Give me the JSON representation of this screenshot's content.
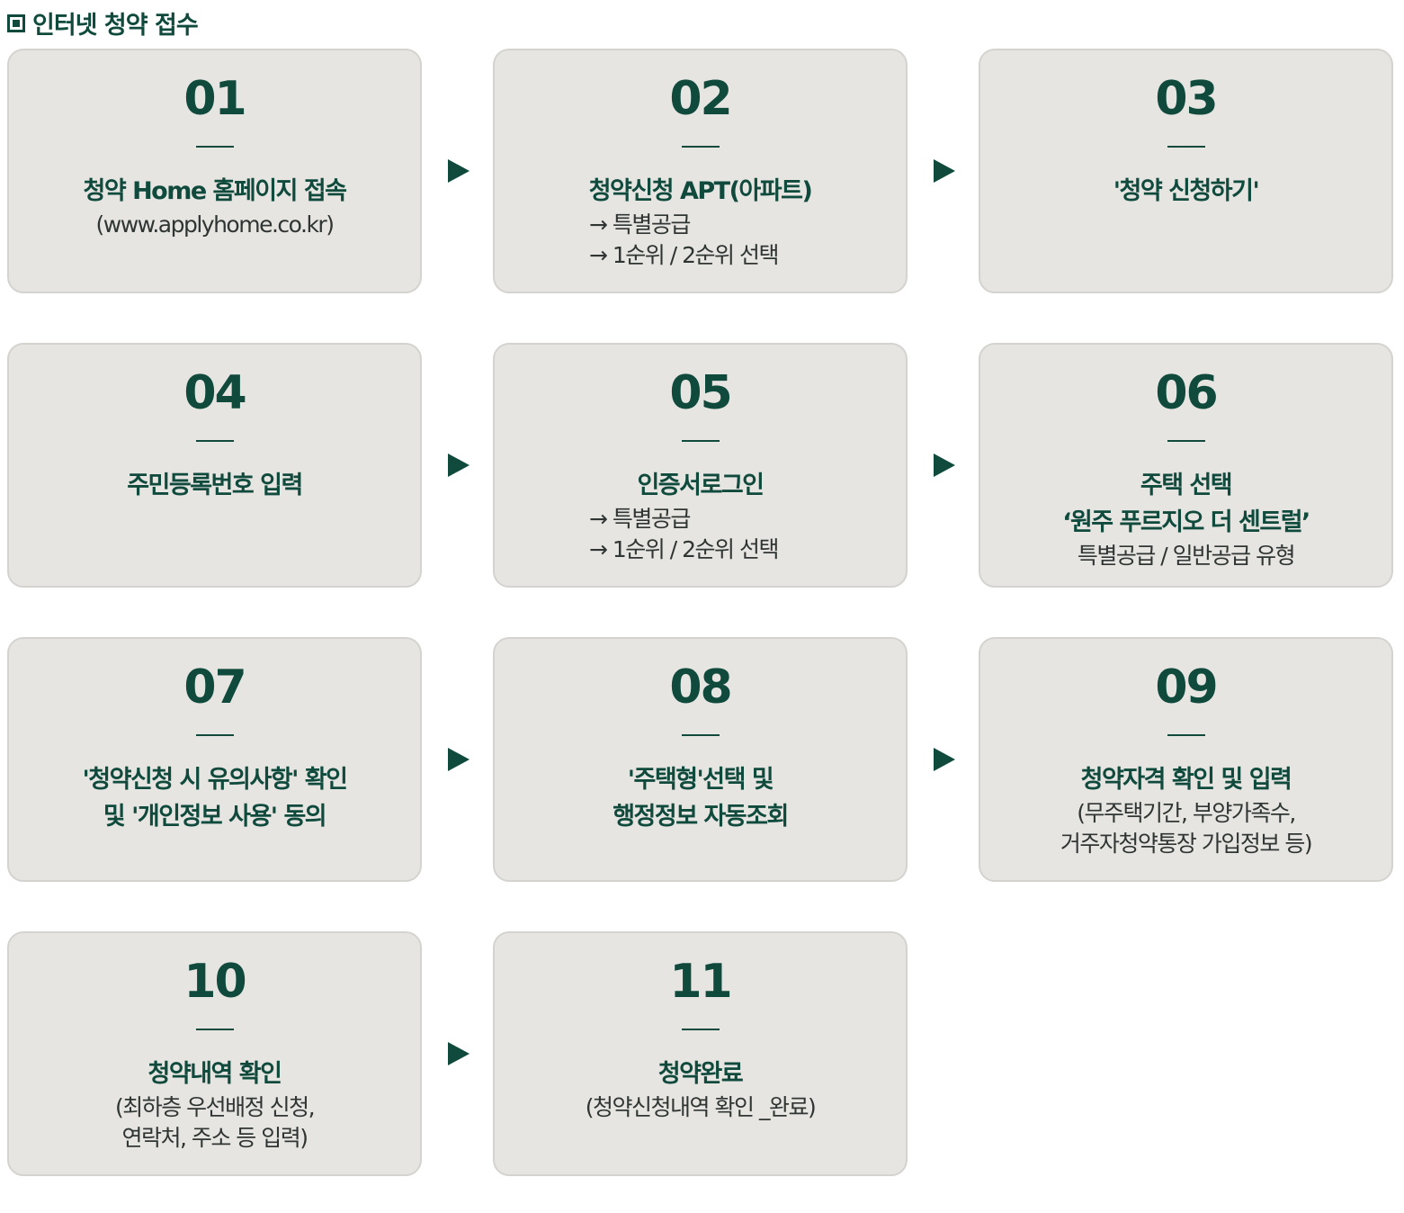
{
  "heading": "인터넷 청약 접수",
  "steps": [
    {
      "num": "01",
      "title": "청약 Home 홈페이지 접속",
      "sub": [
        "(www.applyhome.co.kr)"
      ]
    },
    {
      "num": "02",
      "title": "청약신청 APT(아파트)",
      "sub": [
        "→ 특별공급",
        "→ 1순위 / 2순위 선택"
      ]
    },
    {
      "num": "03",
      "title": "'청약 신청하기'",
      "sub": []
    },
    {
      "num": "04",
      "title": "주민등록번호 입력",
      "sub": []
    },
    {
      "num": "05",
      "title": "인증서로그인",
      "sub": [
        "→ 특별공급",
        "→ 1순위 / 2순위 선택"
      ]
    },
    {
      "num": "06",
      "title": "주택 선택",
      "title2": "‘원주 푸르지오 더 센트럴’",
      "sub": [
        "특별공급 / 일반공급 유형"
      ]
    },
    {
      "num": "07",
      "title": "'청약신청 시 유의사항' 확인",
      "title2": "및 '개인정보 사용' 동의",
      "sub": []
    },
    {
      "num": "08",
      "title": "'주택형'선택 및",
      "title2": "행정정보 자동조회",
      "sub": []
    },
    {
      "num": "09",
      "title": "청약자격 확인 및 입력",
      "sub": [
        "(무주택기간, 부양가족수,",
        "거주자청약통장 가입정보 등)"
      ]
    },
    {
      "num": "10",
      "title": "청약내역 확인",
      "sub": [
        "(최하층 우선배정 신청,",
        "연락처, 주소 등 입력)"
      ]
    },
    {
      "num": "11",
      "title": "청약완료",
      "sub": [
        "(청약신청내역 확인 _완료)"
      ]
    }
  ]
}
